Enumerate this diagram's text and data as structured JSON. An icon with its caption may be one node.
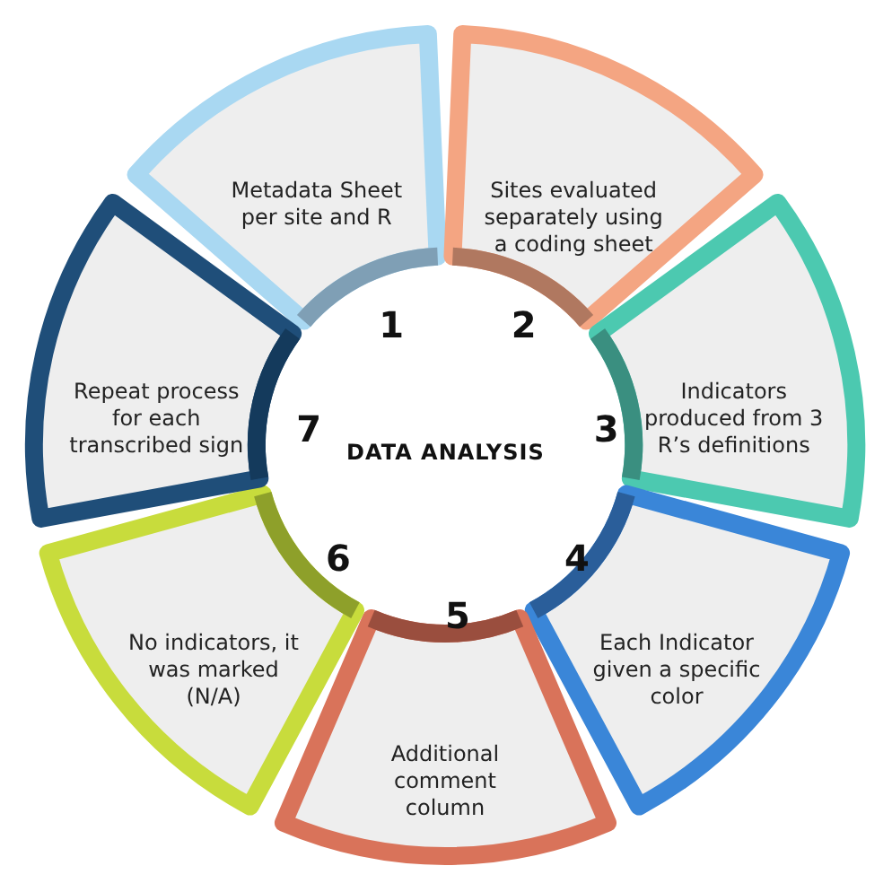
{
  "diagram": {
    "nodes": [
      {
        "text": [
          "Metadata Sheet per site and R"
        ],
        "beside": [
          "1"
        ]
      },
      {
        "text": [
          "Sites evaluated separately using a coding sheet"
        ],
        "beside": [
          "2"
        ]
      },
      {
        "text": [
          "Indicators produced from 3 R’s definitions"
        ],
        "beside": [
          "3"
        ]
      },
      {
        "text": [
          "Each Indicator given a specific color"
        ],
        "beside": [
          "4"
        ]
      },
      {
        "text": [
          "Additional comment column"
        ],
        "beside": [
          "5"
        ]
      },
      {
        "text": [
          "No indicators, it was marked (N/A)"
        ],
        "beside": [
          "6"
        ]
      },
      {
        "text": [
          "Repeat process for each transcribed sign"
        ],
        "beside": [
          "7"
        ]
      },
      {
        "text": [
          "DATA ANALYSIS"
        ]
      }
    ]
  }
}
